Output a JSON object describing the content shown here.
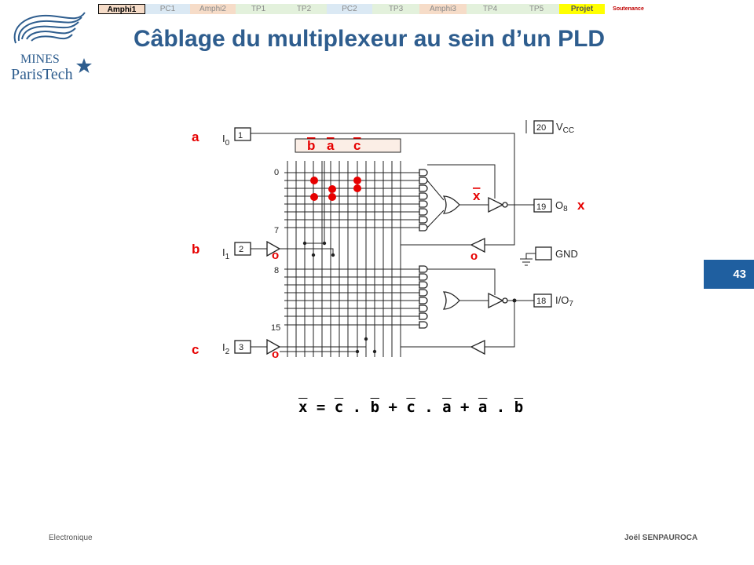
{
  "nav": {
    "tabs": [
      {
        "label": "Amphi1",
        "color": "#f6dcc8",
        "active": true
      },
      {
        "label": "PC1",
        "color": "#dbe9f4"
      },
      {
        "label": "Amphi2",
        "color": "#f6dcc8"
      },
      {
        "label": "TP1",
        "color": "#e3f1dc"
      },
      {
        "label": "TP2",
        "color": "#e3f1dc"
      },
      {
        "label": "PC2",
        "color": "#dbe9f4"
      },
      {
        "label": "TP3",
        "color": "#e3f1dc"
      },
      {
        "label": "Amphi3",
        "color": "#f6dcc8"
      },
      {
        "label": "TP4",
        "color": "#e3f1dc"
      },
      {
        "label": "TP5",
        "color": "#e3f1dc"
      },
      {
        "label": "Projet",
        "color": "#ffff00"
      },
      {
        "label": "Soutenance",
        "color": "#ffffff"
      }
    ]
  },
  "logo": {
    "line1": "MINES",
    "line2a": "Paris",
    "line2b": "Tech"
  },
  "title": "Câblage du multiplexeur au sein d’un PLD",
  "page_number": "43",
  "diagram": {
    "pin_labels": {
      "I0": "I",
      "I0_sub": "0",
      "I1": "I",
      "I1_sub": "1",
      "I2": "I",
      "I2_sub": "2",
      "vcc": "V",
      "vcc_sub": "CC",
      "o8": "O",
      "o8_sub": "8",
      "io7": "I/O",
      "io7_sub": "7",
      "gnd": "GND"
    },
    "pin_numbers": {
      "p1": "1",
      "p2": "2",
      "p3": "3",
      "p20": "20",
      "p19": "19",
      "p18": "18"
    },
    "row_numbers": {
      "r0": "0",
      "r7": "7",
      "r8": "8",
      "r15": "15"
    },
    "inputs": {
      "a": "a",
      "b": "b",
      "c": "c"
    },
    "column_labels": {
      "b": "b",
      "a": "a",
      "c": "c"
    },
    "x_bar": "x",
    "output": "x",
    "invert_marks": "o"
  },
  "equation": {
    "parts": [
      {
        "t": "x",
        "bar": true
      },
      {
        "t": " = "
      },
      {
        "t": "c",
        "bar": true
      },
      {
        "t": " . "
      },
      {
        "t": "b",
        "bar": true
      },
      {
        "t": " + "
      },
      {
        "t": "c",
        "bar": true
      },
      {
        "t": " . "
      },
      {
        "t": "a",
        "bar": true
      },
      {
        "t": " + "
      },
      {
        "t": "a",
        "bar": true
      },
      {
        "t": " . "
      },
      {
        "t": "b",
        "bar": true
      }
    ]
  },
  "footer": {
    "left": "Electronique",
    "right": "Joël SENPAUROCA"
  },
  "colors": {
    "title": "#2e5d8e",
    "accent_red": "#e60000",
    "badge": "#1f5fa0"
  }
}
